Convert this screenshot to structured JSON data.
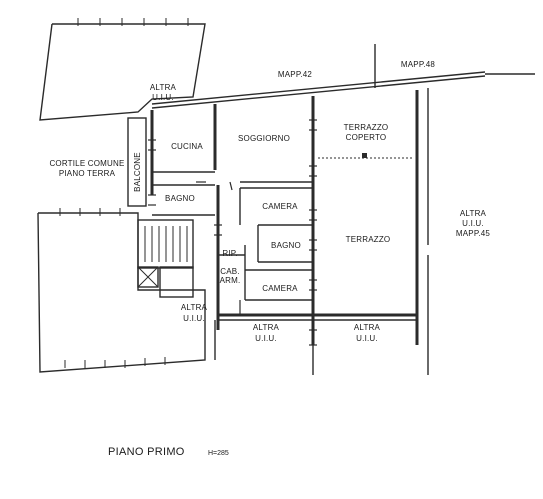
{
  "plan": {
    "title": "PIANO PRIMO",
    "height_label": "H=285"
  },
  "labels": {
    "altra_top": [
      "ALTRA",
      "U.I.U."
    ],
    "mapp42": "MAPP.42",
    "mapp48": "MAPP.48",
    "cortile": [
      "CORTILE COMUNE",
      "PIANO TERRA"
    ],
    "balcone": "BALCONE",
    "cucina": "CUCINA",
    "soggiorno": "SOGGIORNO",
    "terrazzo_coperto": [
      "TERRAZZO",
      "COPERTO"
    ],
    "bagno_1": "BAGNO",
    "camera_1": "CAMERA",
    "bagno_2": "BAGNO",
    "terrazzo": "TERRAZZO",
    "rip": "RIP.",
    "cab_arm": [
      "CAB.",
      "ARM."
    ],
    "camera_2": "CAMERA",
    "altra_right": [
      "ALTRA",
      "U.I.U.",
      "MAPP.45"
    ],
    "altra_mid": [
      "ALTRA",
      "U.I.U."
    ],
    "altra_bottom_1": [
      "ALTRA",
      "U.I.U."
    ],
    "altra_bottom_2": [
      "ALTRA",
      "U.I.U."
    ]
  }
}
